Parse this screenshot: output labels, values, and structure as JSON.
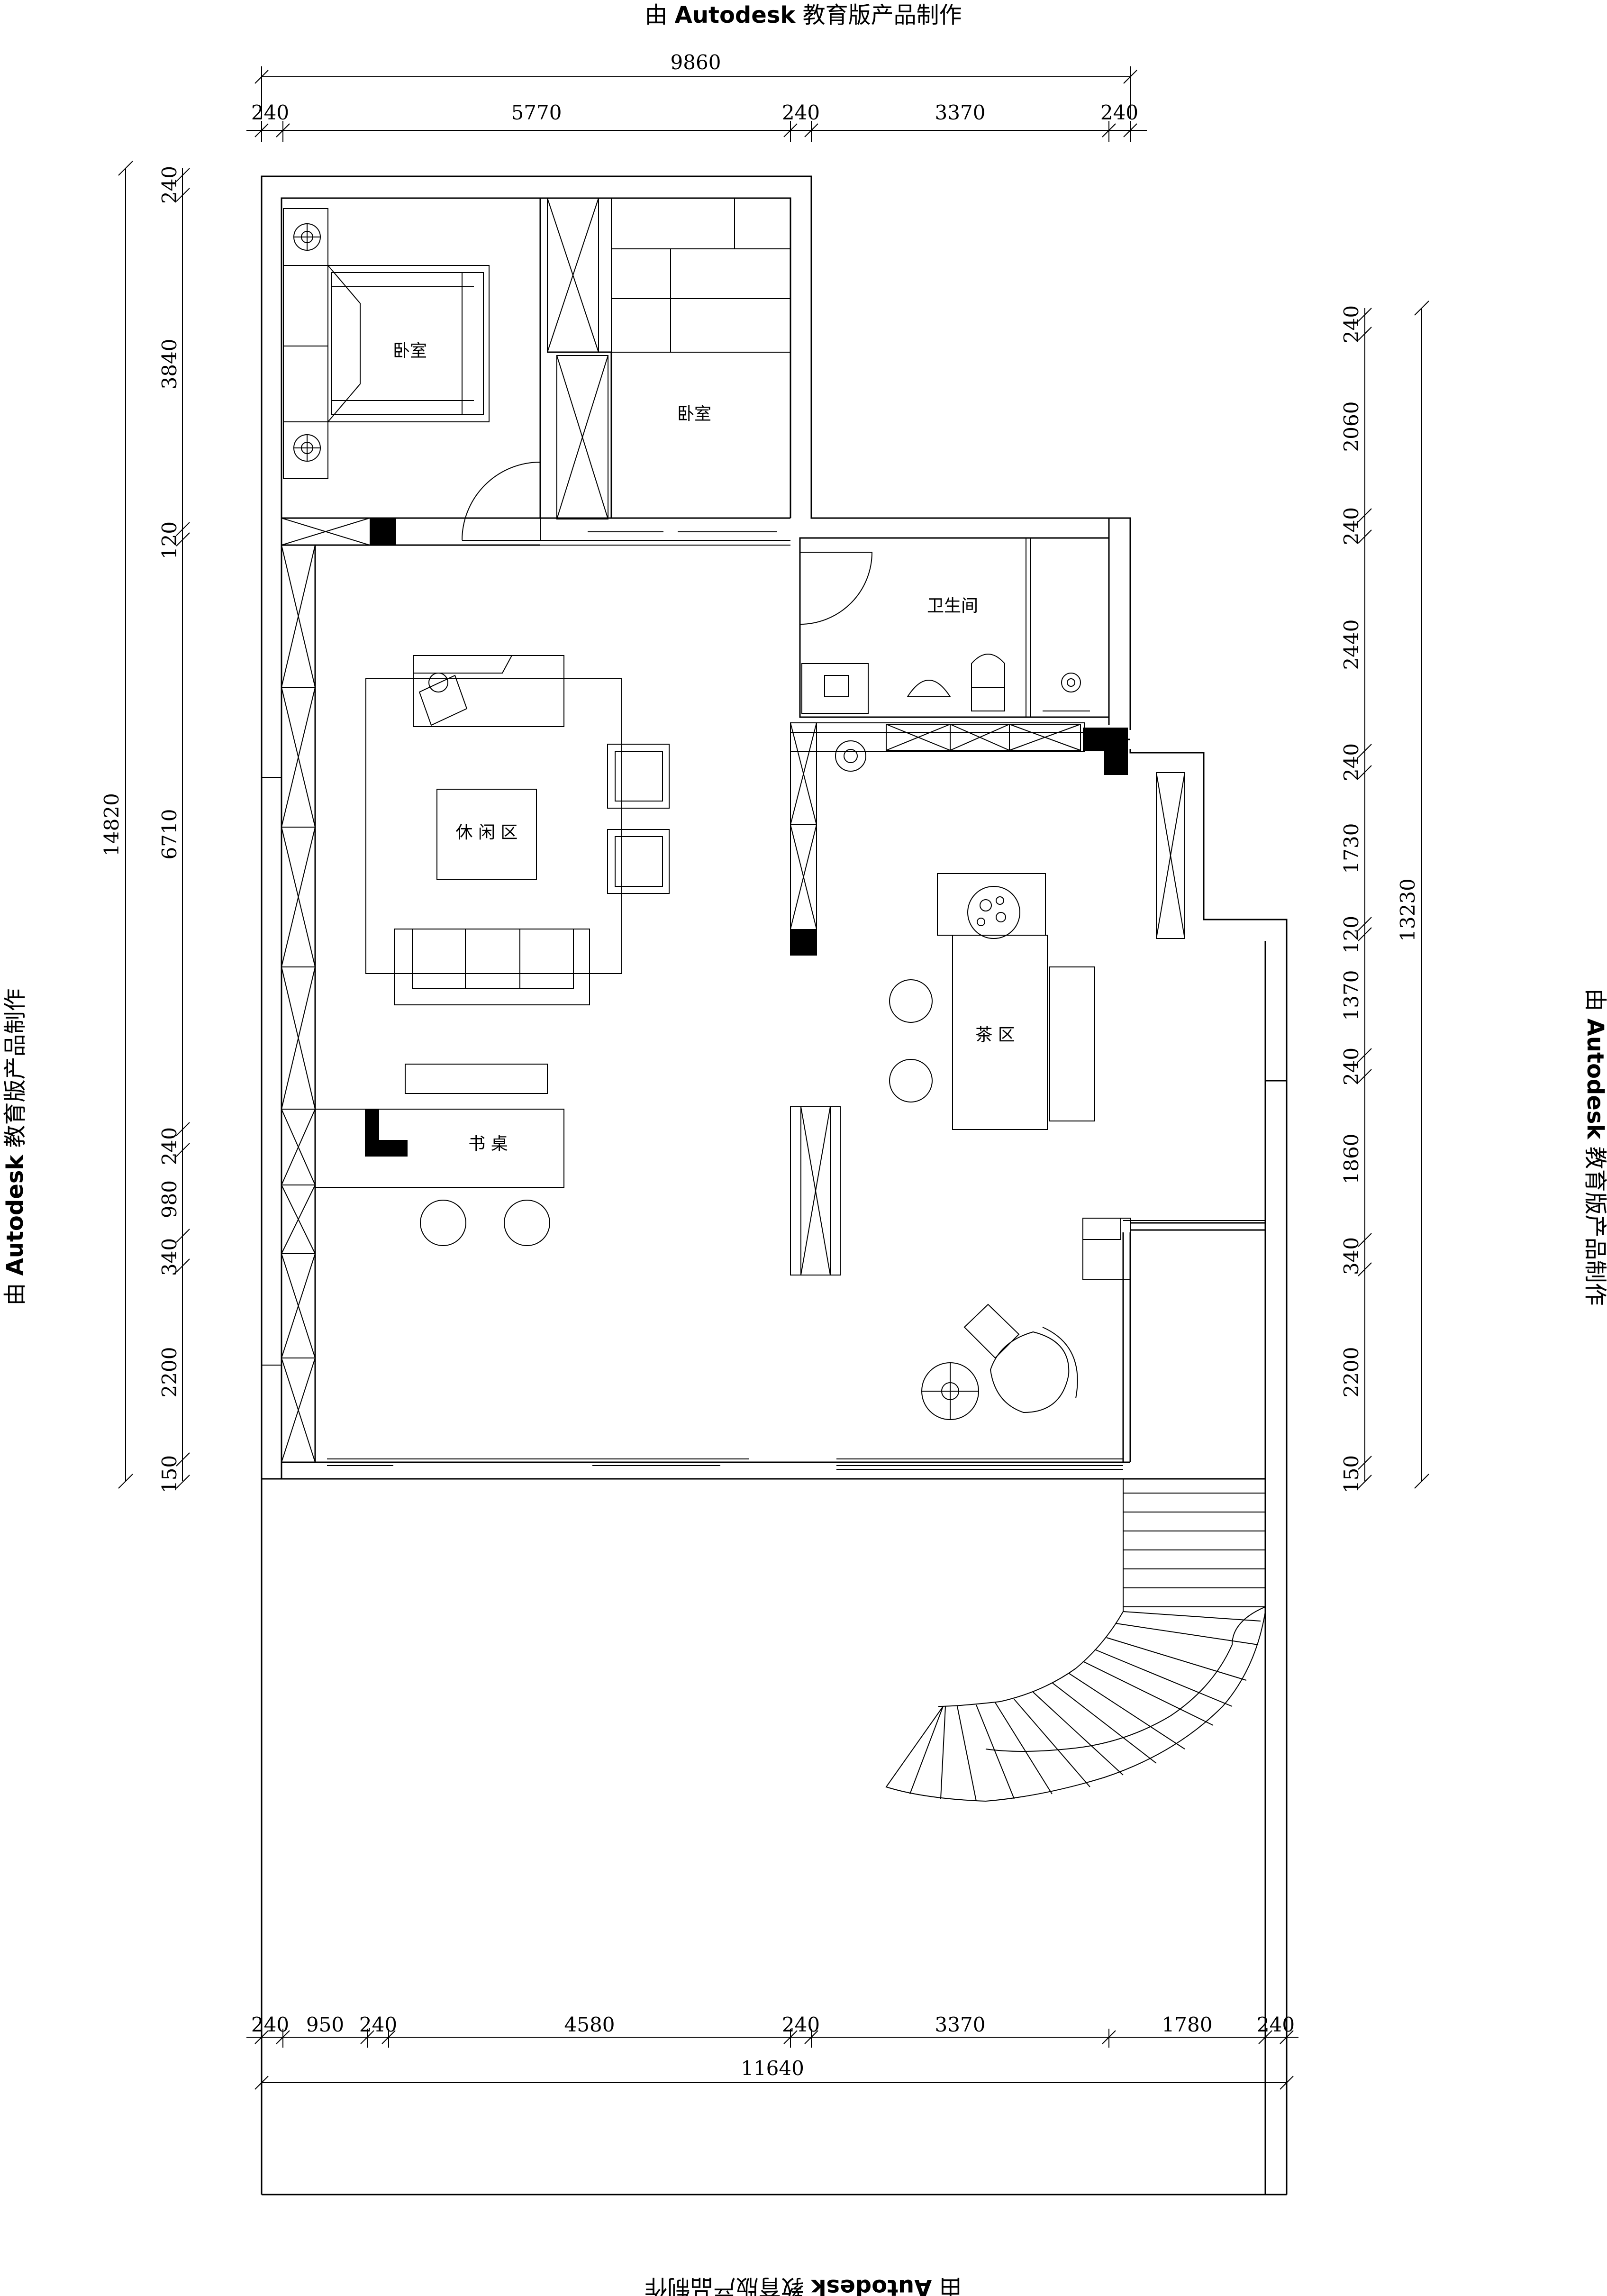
{
  "watermark": {
    "prefix": "由 ",
    "brand": "Autodesk",
    "suffix": " 教育版产品制作"
  },
  "dimensions": {
    "top_total": "9860",
    "top_segments": [
      "240",
      "5770",
      "240",
      "3370",
      "240"
    ],
    "bottom_segments": [
      "240",
      "950",
      "240",
      "4580",
      "240",
      "3370",
      "1780",
      "240"
    ],
    "bottom_total": "11640",
    "left_total": "14820",
    "left_segments": [
      "240",
      "3840",
      "120",
      "6710",
      "240",
      "980",
      "340",
      "2200",
      "150"
    ],
    "right_total": "13230",
    "right_segments": [
      "240",
      "2060",
      "240",
      "2440",
      "240",
      "1730",
      "120",
      "1370",
      "240",
      "1860",
      "340",
      "2200",
      "150"
    ]
  },
  "rooms": {
    "bedroom_a": "卧室",
    "bedroom_b": "卧室",
    "bathroom": "卫生间",
    "lounge": "休 闲 区",
    "tea": "茶 区",
    "desk": "书 桌"
  }
}
